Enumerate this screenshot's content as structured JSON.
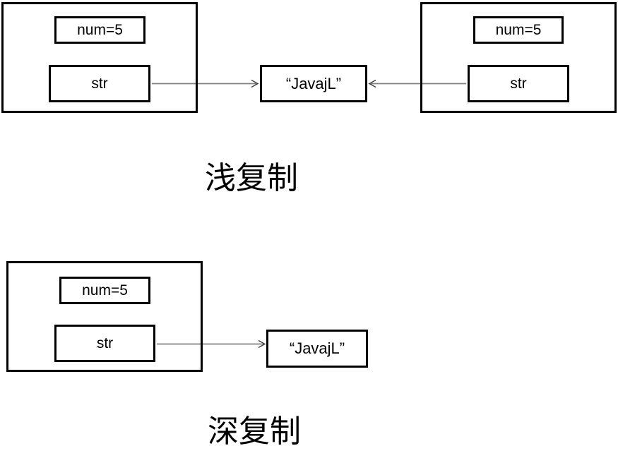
{
  "shallow": {
    "label": "浅复制",
    "original": {
      "num": "num=5",
      "str": "str"
    },
    "copy": {
      "num": "num=5",
      "str": "str"
    },
    "string_object": "“JavajL”"
  },
  "deep": {
    "label": "深复制",
    "object": {
      "num": "num=5",
      "str": "str"
    },
    "string_object": "“JavajL”"
  },
  "colors": {
    "background": "#ffffff",
    "box_border": "#000000",
    "text": "#000000",
    "arrow_line": "#808080",
    "arrow_head": "#3f3f3f"
  }
}
